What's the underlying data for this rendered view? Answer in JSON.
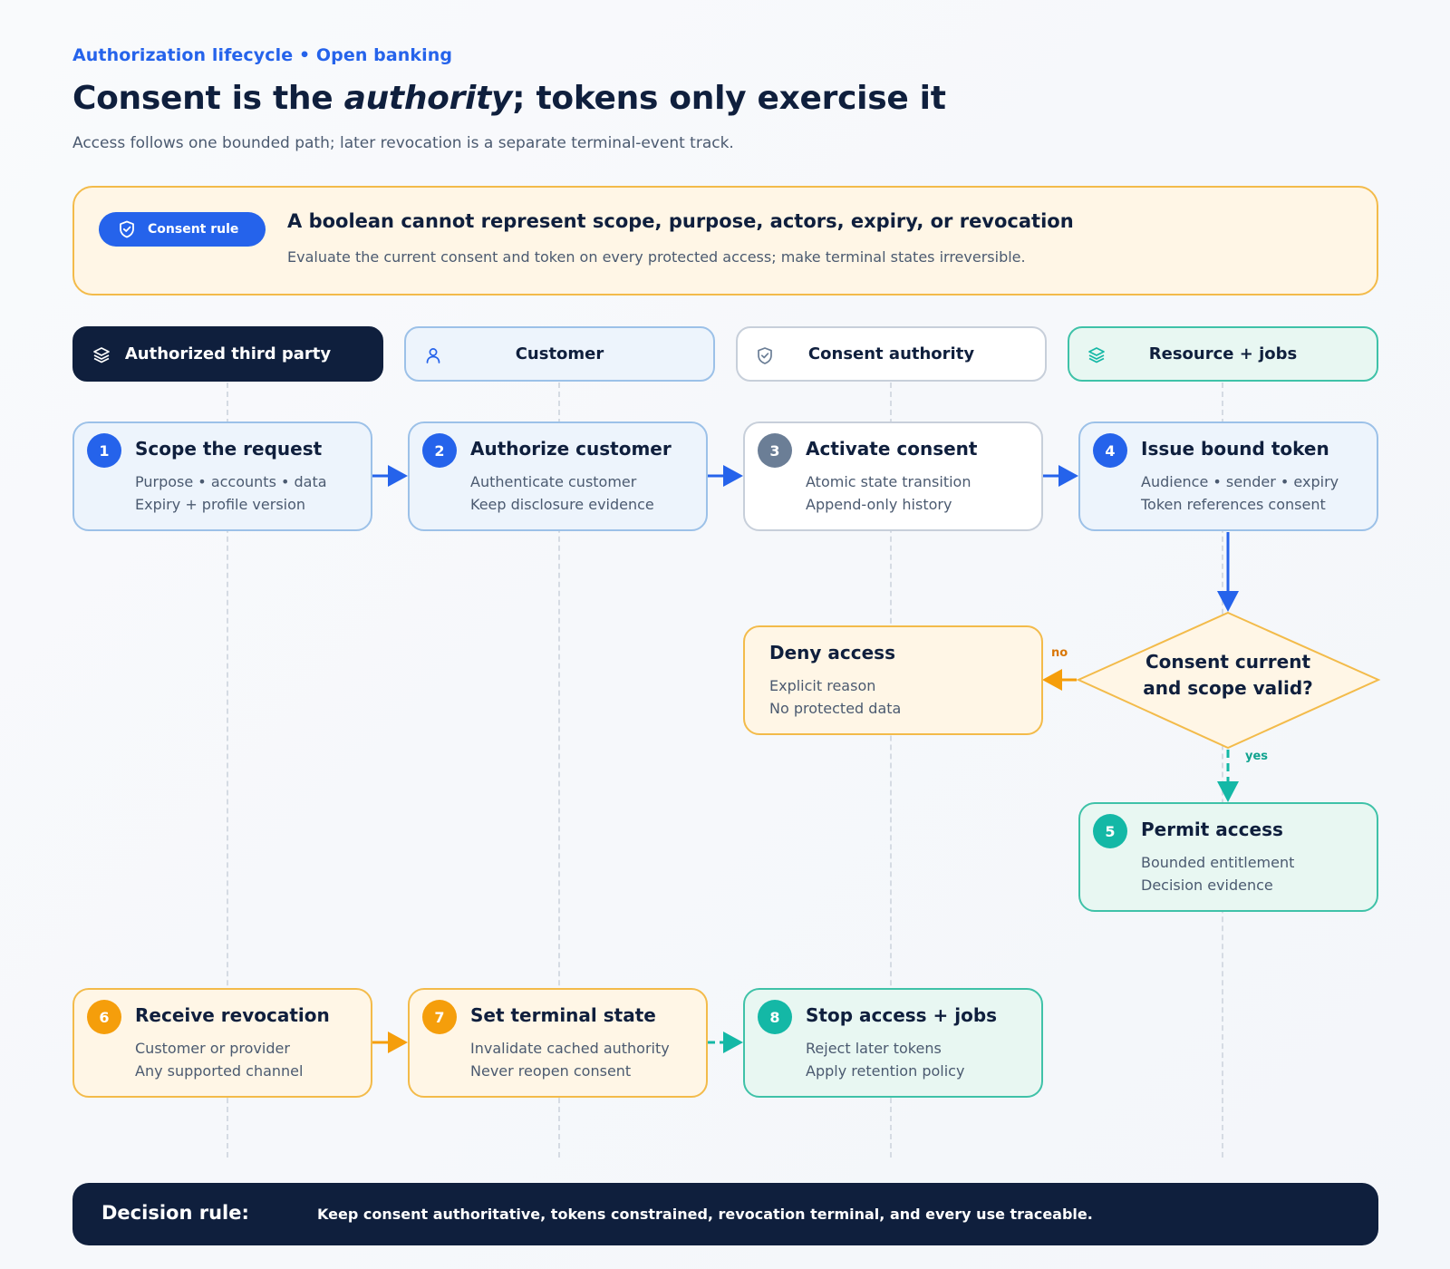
{
  "header": {
    "eyebrow": "Authorization lifecycle • Open banking",
    "title_part1": "Consent is the ",
    "title_em": "authority",
    "title_part2": "; tokens only exercise it",
    "subtitle": "Access follows one bounded path; later revocation is a separate terminal-event track."
  },
  "rule": {
    "pill_label": "Consent rule",
    "pill_icon": "shield-check-icon",
    "headline": "A boolean cannot represent scope, purpose, actors, expiry, or revocation",
    "text": "Evaluate the current consent and token on every protected access; make terminal states irreversible."
  },
  "lanes": [
    {
      "label": "Authorized third party",
      "icon": "layers-icon"
    },
    {
      "label": "Customer",
      "icon": "user-icon"
    },
    {
      "label": "Consent authority",
      "icon": "shield-icon"
    },
    {
      "label": "Resource + jobs",
      "icon": "layers-icon"
    }
  ],
  "steps": {
    "s1": {
      "num": "1",
      "title": "Scope the request",
      "line1": "Purpose • accounts • data",
      "line2": "Expiry + profile version"
    },
    "s2": {
      "num": "2",
      "title": "Authorize customer",
      "line1": "Authenticate customer",
      "line2": "Keep disclosure evidence"
    },
    "s3": {
      "num": "3",
      "title": "Activate consent",
      "line1": "Atomic state transition",
      "line2": "Append-only history"
    },
    "s4": {
      "num": "4",
      "title": "Issue bound token",
      "line1": "Audience • sender • expiry",
      "line2": "Token references consent"
    },
    "s5": {
      "num": "5",
      "title": "Permit access",
      "line1": "Bounded entitlement",
      "line2": "Decision evidence"
    },
    "s6": {
      "num": "6",
      "title": "Receive revocation",
      "line1": "Customer or provider",
      "line2": "Any supported channel"
    },
    "s7": {
      "num": "7",
      "title": "Set terminal state",
      "line1": "Invalidate cached authority",
      "line2": "Never reopen consent"
    },
    "s8": {
      "num": "8",
      "title": "Stop access + jobs",
      "line1": "Reject later tokens",
      "line2": "Apply retention policy"
    }
  },
  "deny": {
    "title": "Deny access",
    "line1": "Explicit reason",
    "line2": "No protected data"
  },
  "decision": {
    "line1": "Consent current",
    "line2": "and scope valid?",
    "no_label": "no",
    "yes_label": "yes"
  },
  "footer": {
    "label": "Decision rule:",
    "text": "Keep consent authoritative, tokens constrained, revocation terminal, and every use traceable."
  },
  "colors": {
    "accent_blue": "#2563eb",
    "navy": "#0f1f3d",
    "orange": "#f59e0b",
    "teal": "#14b8a6",
    "slate": "#6b7e96"
  }
}
